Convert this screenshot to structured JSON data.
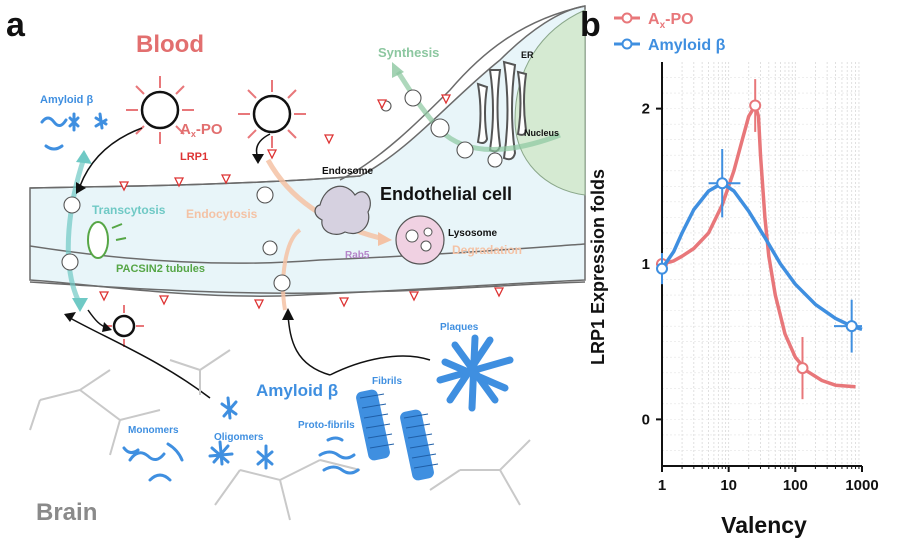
{
  "panel_a": {
    "label": "a",
    "blood": "Blood",
    "brain": "Brain",
    "endothelial": "Endothelial cell",
    "synthesis": "Synthesis",
    "er": "ER",
    "nucleus": "Nucleus",
    "ax_po_main": "A",
    "ax_po_sub": "x",
    "ax_po_suffix": "-PO",
    "lrp1": "LRP1",
    "endosome": "Endosome",
    "endocytosis": "Endocytosis",
    "rab5": "Rab5",
    "lysosome": "Lysosome",
    "degradation": "Degradation",
    "transcytosis": "Transcytosis",
    "pacsin": "PACSIN2 tubules",
    "amyloid_top": "Amyloid β",
    "amyloid_brain": "Amyloid β",
    "monomers": "Monomers",
    "oligomers": "Oligomers",
    "protofibrils": "Proto-fibrils",
    "fibrils": "Fibrils",
    "plaques": "Plaques"
  },
  "panel_b": {
    "label": "b"
  },
  "colors": {
    "axpo": "#e8777a",
    "amyloid": "#3f8fe0",
    "blood": "#e26f6f",
    "green": "#56a646",
    "synthesis": "#8cc7a0",
    "transcytosis": "#6fc9c5",
    "endocytosis": "#f4c2a5",
    "rab5": "#b585c9"
  },
  "chart_data": {
    "type": "line",
    "xscale": "log",
    "xlabel": "Valency",
    "ylabel": "LRP1 Expression folds",
    "xlim": [
      1,
      1000
    ],
    "ylim": [
      -0.3,
      2.3
    ],
    "xticks": [
      "1",
      "10",
      "100",
      "1000"
    ],
    "yticks": [
      "0",
      "1",
      "2"
    ],
    "grid": true,
    "legend": "top",
    "series": [
      {
        "name_main": "A",
        "name_sub": "x",
        "name_suffix": "-PO",
        "color": "#e8777a",
        "points": [
          {
            "x": 1,
            "y": 1.0,
            "yerr": 0.07,
            "xerr": 0
          },
          {
            "x": 25,
            "y": 2.02,
            "yerr": 0.17,
            "xerr": 0
          },
          {
            "x": 128,
            "y": 0.33,
            "yerr": 0.2,
            "xerr": 0
          }
        ],
        "curve": [
          [
            1,
            1.0
          ],
          [
            1.5,
            1.02
          ],
          [
            2,
            1.05
          ],
          [
            3,
            1.1
          ],
          [
            5,
            1.2
          ],
          [
            8,
            1.38
          ],
          [
            12,
            1.6
          ],
          [
            16,
            1.8
          ],
          [
            20,
            1.95
          ],
          [
            25,
            2.02
          ],
          [
            28,
            1.95
          ],
          [
            30,
            1.7
          ],
          [
            35,
            1.3
          ],
          [
            40,
            1.05
          ],
          [
            50,
            0.8
          ],
          [
            70,
            0.55
          ],
          [
            100,
            0.4
          ],
          [
            150,
            0.31
          ],
          [
            250,
            0.25
          ],
          [
            400,
            0.22
          ],
          [
            800,
            0.21
          ]
        ]
      },
      {
        "name": "Amyloid β",
        "color": "#3f8fe0",
        "points": [
          {
            "x": 1,
            "y": 0.97,
            "yerr": 0.1,
            "xerr": 0
          },
          {
            "x": 8,
            "y": 1.52,
            "yerr": 0.22,
            "xerr_lo": 5,
            "xerr_hi": 15
          },
          {
            "x": 700,
            "y": 0.6,
            "yerr": 0.17,
            "xerr_lo": 380,
            "xerr_hi": 1000
          }
        ],
        "curve": [
          [
            1,
            0.97
          ],
          [
            1.5,
            1.08
          ],
          [
            2,
            1.2
          ],
          [
            3,
            1.35
          ],
          [
            5,
            1.47
          ],
          [
            8,
            1.52
          ],
          [
            12,
            1.47
          ],
          [
            20,
            1.34
          ],
          [
            35,
            1.17
          ],
          [
            60,
            1.0
          ],
          [
            100,
            0.87
          ],
          [
            200,
            0.74
          ],
          [
            400,
            0.65
          ],
          [
            700,
            0.6
          ],
          [
            1000,
            0.58
          ]
        ]
      }
    ]
  }
}
